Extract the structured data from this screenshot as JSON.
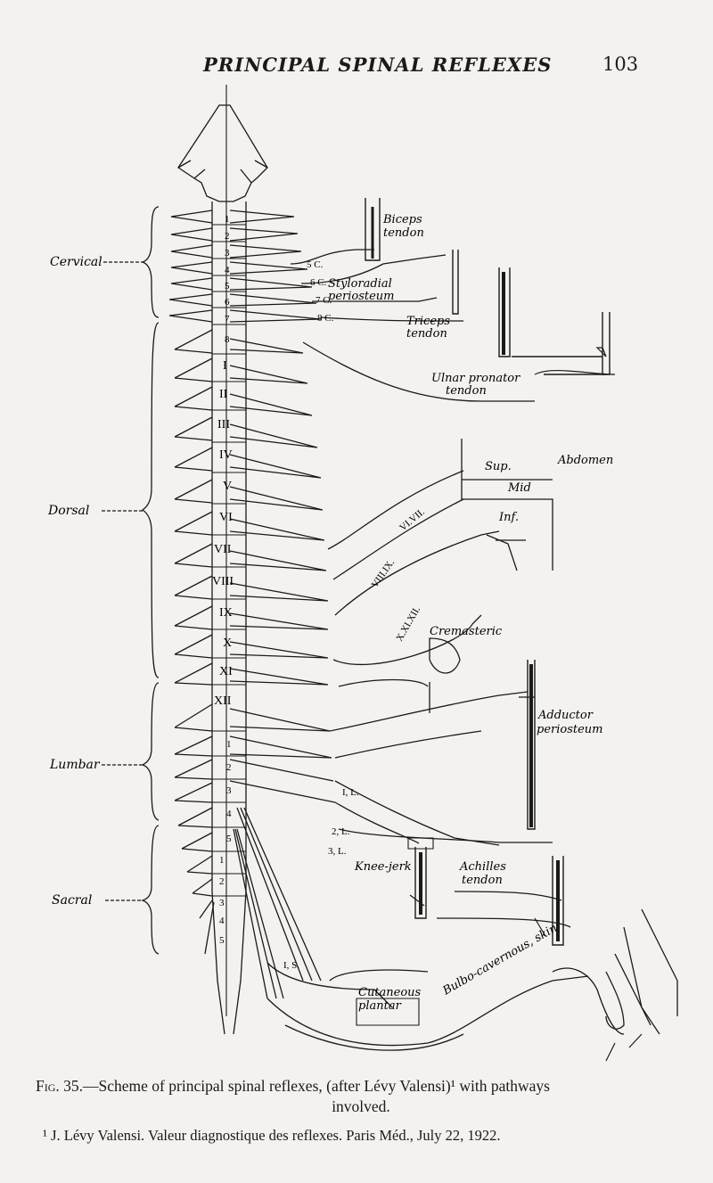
{
  "header": {
    "running_title": "PRINCIPAL SPINAL REFLEXES",
    "page_number": "103"
  },
  "regions": {
    "cervical": "Cervical",
    "dorsal": "Dorsal",
    "lumbar": "Lumbar",
    "sacral": "Sacral"
  },
  "segments": {
    "cervical": [
      "1",
      "2",
      "3",
      "4",
      "5",
      "6",
      "7",
      "8"
    ],
    "dorsal": [
      "I",
      "II",
      "III",
      "IV",
      "V",
      "VI",
      "VII",
      "VIII",
      "IX",
      "X",
      "XI",
      "XII"
    ],
    "lumbar": [
      "1",
      "2",
      "3",
      "4",
      "5"
    ],
    "sacral": [
      "1",
      "2",
      "3",
      "4",
      "5"
    ]
  },
  "reflexes": {
    "biceps": "Biceps tendon",
    "biceps_1": "Biceps",
    "biceps_2": "tendon",
    "styloradial_1": "Styloradial",
    "styloradial_2": "periosteum",
    "triceps_1": "Triceps",
    "triceps_2": "tendon",
    "ulnar_1": "Ulnar pronator",
    "ulnar_2": "tendon",
    "abdomen": "Abdomen",
    "sup": "Sup.",
    "mid": "Mid",
    "inf": "Inf.",
    "cremasteric": "Cremasteric",
    "adductor_1": "Adductor",
    "adductor_2": "periosteum",
    "knee_jerk": "Knee-jerk",
    "achilles_1": "Achilles",
    "achilles_2": "tendon",
    "cutaneous_1": "Cutaneous",
    "cutaneous_2": "plantar",
    "bulbo_cavernous_skin": "Bulbo-cavernous, skin"
  },
  "root_labels": {
    "c5": "5 C.",
    "c6": "6 C.",
    "c7": "7 C.",
    "c8": "8 C.",
    "d_sup": "VI.VII.",
    "d_mid": "VIII.IX.",
    "d_inf": "X.XI.XII.",
    "l1": "I, L.",
    "l2": "2, L.",
    "l3": "3, L.",
    "s_plantar": "I, S."
  },
  "caption": {
    "fig": "Fig. 35.",
    "text_1": "—Scheme of principal spinal reflexes, (after Lévy Valensi)¹ with pathways",
    "text_2": "involved."
  },
  "footnote": {
    "mark": "¹",
    "text": " J. Lévy Valensi.  Valeur diagnostique des reflexes.  Paris Méd., July 22, 1922."
  }
}
